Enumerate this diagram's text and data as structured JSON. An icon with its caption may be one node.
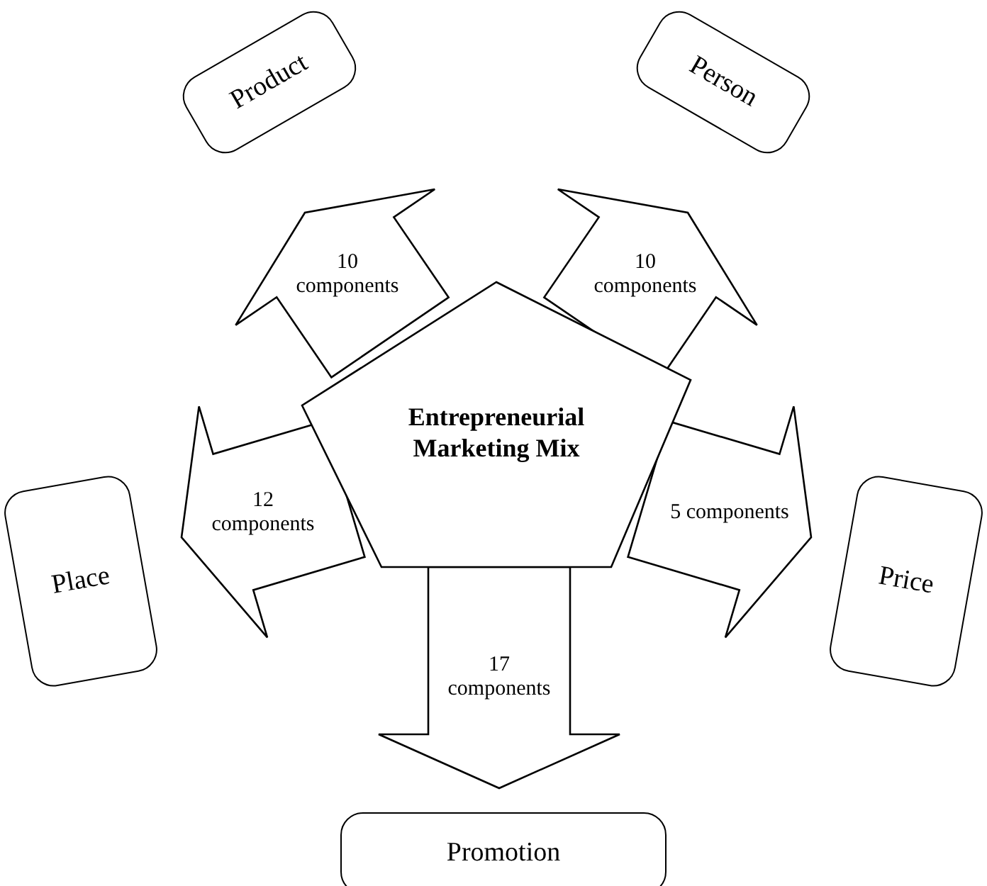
{
  "diagram": {
    "nodes": [
      {
        "text": [
          "Product"
        ]
      },
      {
        "text": [
          "Person"
        ]
      },
      {
        "text": [
          "Entrepreneurial Marketing Mix"
        ]
      },
      {
        "text": [
          "Place"
        ]
      },
      {
        "text": [
          "Price"
        ]
      },
      {
        "text": [
          "Promotion"
        ]
      }
    ],
    "edges": [
      {
        "from": 2,
        "to": 0,
        "arrow": "to",
        "label": "10 components"
      },
      {
        "from": 2,
        "to": 1,
        "arrow": "to",
        "label": "10 components"
      },
      {
        "from": 2,
        "to": 3,
        "arrow": "to",
        "label": "12 components"
      },
      {
        "from": 2,
        "to": 4,
        "arrow": "to",
        "label": "5 components"
      },
      {
        "from": 2,
        "to": 5,
        "arrow": "to",
        "label": "17 components"
      }
    ]
  }
}
